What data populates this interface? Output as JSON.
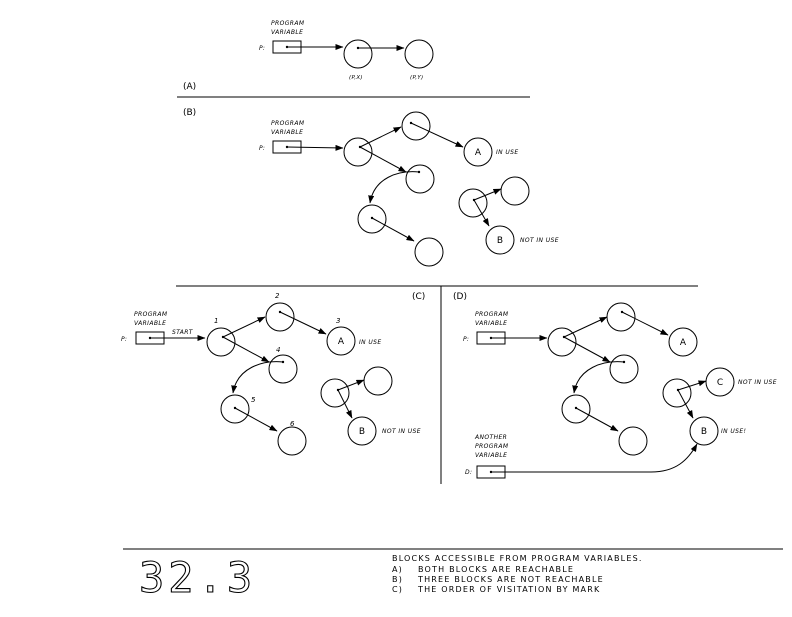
{
  "panel_a": {
    "section_label": "(A)",
    "program_variable_label": [
      "PROGRAM",
      "VARIABLE"
    ],
    "pointer_label": "P:",
    "node_labels": [
      "(P,X)",
      "(P,Y)"
    ]
  },
  "panel_b": {
    "section_label": "(B)",
    "program_variable_label": [
      "PROGRAM",
      "VARIABLE"
    ],
    "pointer_label": "P:",
    "node_a": "A",
    "node_b": "B",
    "in_use": "IN USE",
    "not_in_use": "NOT IN USE"
  },
  "panel_c": {
    "section_label": "(C)",
    "program_variable_label": [
      "PROGRAM",
      "VARIABLE"
    ],
    "pointer_label": "P:",
    "start_label": "START",
    "order_numbers": [
      "1",
      "2",
      "3",
      "4",
      "5",
      "6"
    ],
    "node_a": "A",
    "node_b": "B",
    "in_use": "IN USE",
    "not_in_use": "NOT IN USE"
  },
  "panel_d": {
    "section_label": "(D)",
    "program_variable_label": [
      "PROGRAM",
      "VARIABLE"
    ],
    "pointer_label": "P:",
    "another_variable_label": [
      "ANOTHER",
      "PROGRAM",
      "VARIABLE"
    ],
    "pointer2_label": "D:",
    "node_a": "A",
    "node_b": "B",
    "node_c": "C",
    "not_in_use": "NOT IN USE",
    "in_use": "IN USE!"
  },
  "figure_number": "32.3",
  "caption": {
    "title": "BLOCKS ACCESSIBLE FROM PROGRAM VARIABLES.",
    "items": [
      {
        "marker": "A)",
        "text": "BOTH BLOCKS ARE REACHABLE"
      },
      {
        "marker": "B)",
        "text": "THREE BLOCKS ARE NOT REACHABLE"
      },
      {
        "marker": "C)",
        "text": "THE ORDER OF VISITATION BY MARK"
      }
    ]
  }
}
